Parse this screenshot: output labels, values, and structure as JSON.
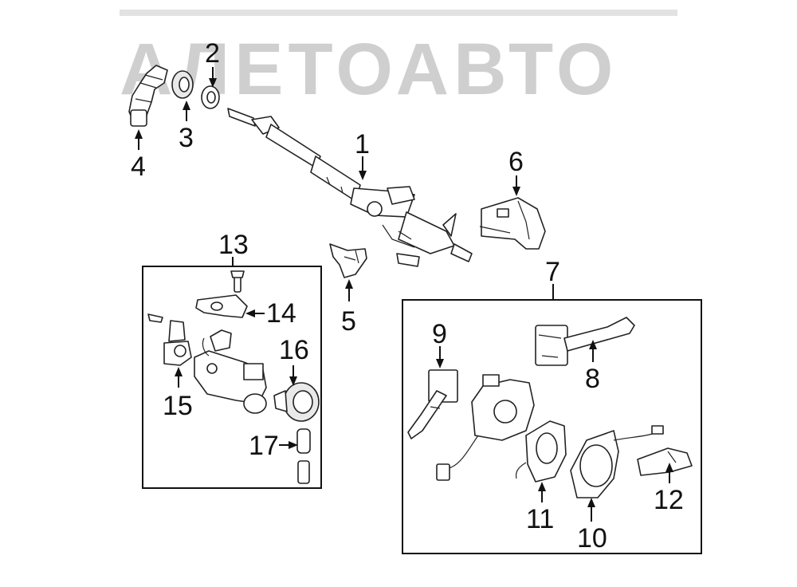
{
  "watermark": {
    "text": "АЛЕТОАВТО"
  },
  "callouts": {
    "c1": "1",
    "c2": "2",
    "c3": "3",
    "c4": "4",
    "c5": "5",
    "c6": "6",
    "c7": "7",
    "c8": "8",
    "c9": "9",
    "c10": "10",
    "c11": "11",
    "c12": "12",
    "c13": "13",
    "c14": "14",
    "c15": "15",
    "c16": "16",
    "c17": "17"
  }
}
